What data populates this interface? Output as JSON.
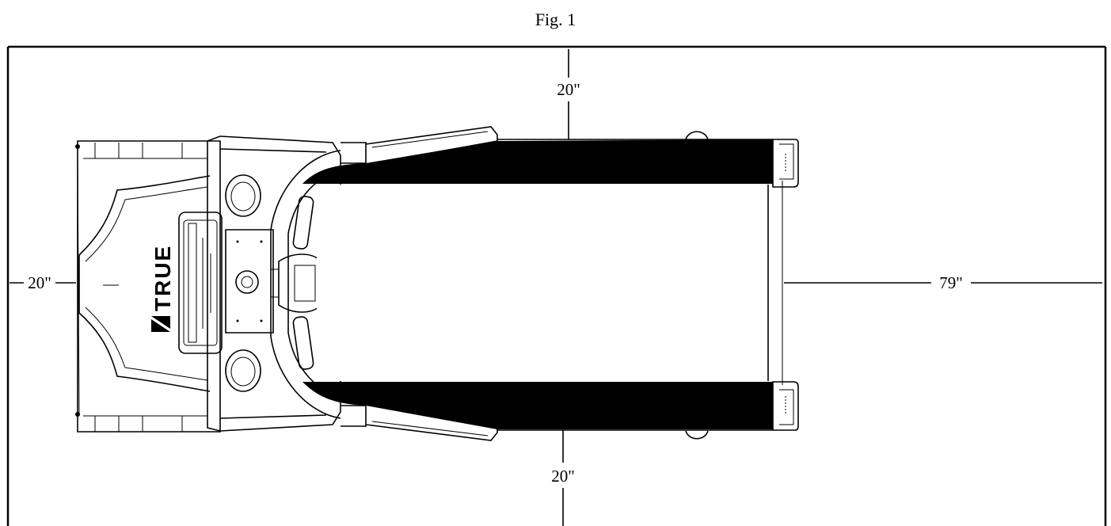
{
  "figure": {
    "title": "Fig. 1"
  },
  "clearances": {
    "top": "20\"",
    "bottom": "20\"",
    "left": "20\"",
    "right": "79\""
  },
  "treadmill": {
    "brand_logo": "TRUE"
  },
  "colors": {
    "ink": "#000000",
    "paper": "#ffffff"
  }
}
